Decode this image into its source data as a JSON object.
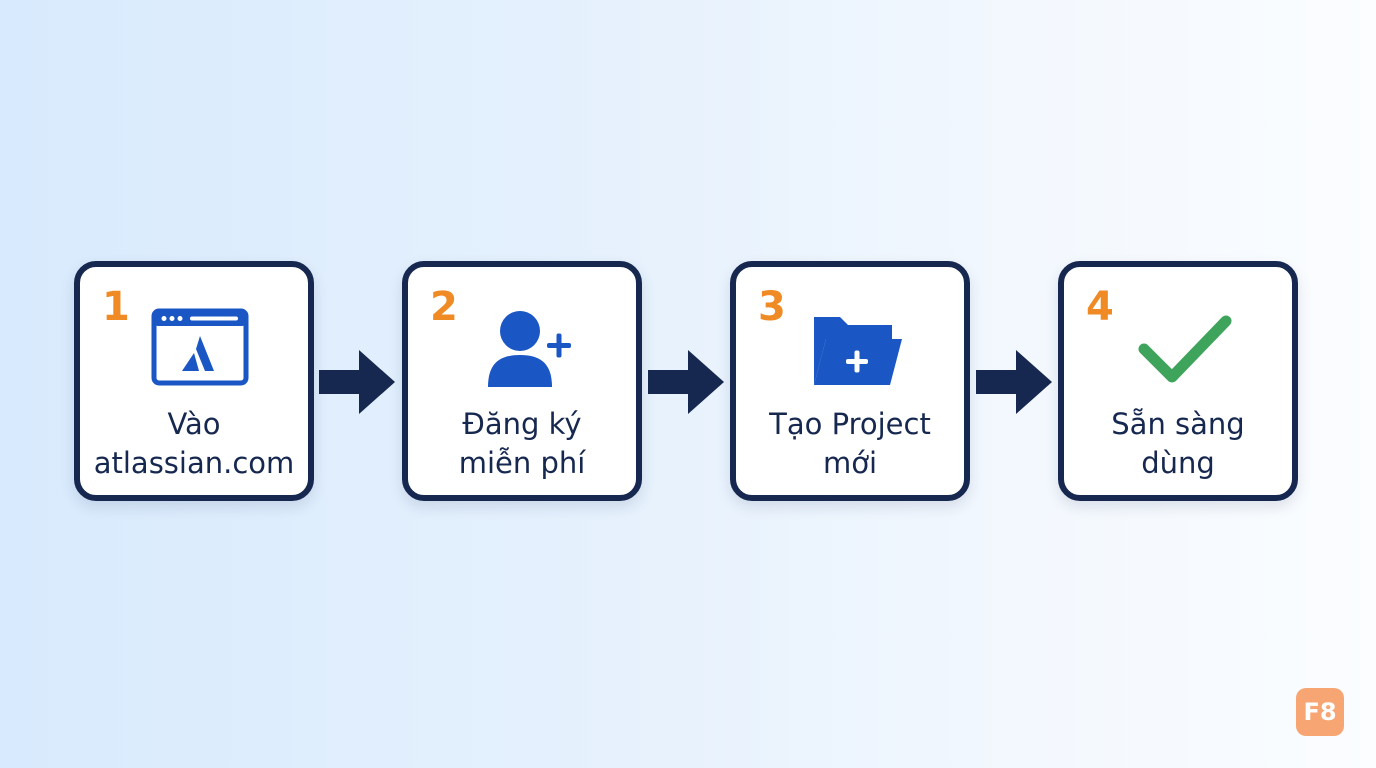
{
  "colors": {
    "border": "#16284f",
    "number": "#f08a24",
    "icon_blue": "#1a56c4",
    "check_green": "#3fa45b",
    "badge": "#f7a673"
  },
  "steps": [
    {
      "number": "1",
      "icon": "browser-atlassian-icon",
      "line1": "Vào",
      "line2": "atlassian.com"
    },
    {
      "number": "2",
      "icon": "add-user-icon",
      "line1": "Đăng ký",
      "line2": "miễn phí"
    },
    {
      "number": "3",
      "icon": "folder-add-icon",
      "line1": "Tạo Project",
      "line2": "mới"
    },
    {
      "number": "4",
      "icon": "checkmark-icon",
      "line1": "Sẵn sàng",
      "line2": "dùng"
    }
  ],
  "badge": {
    "text": "F8"
  }
}
